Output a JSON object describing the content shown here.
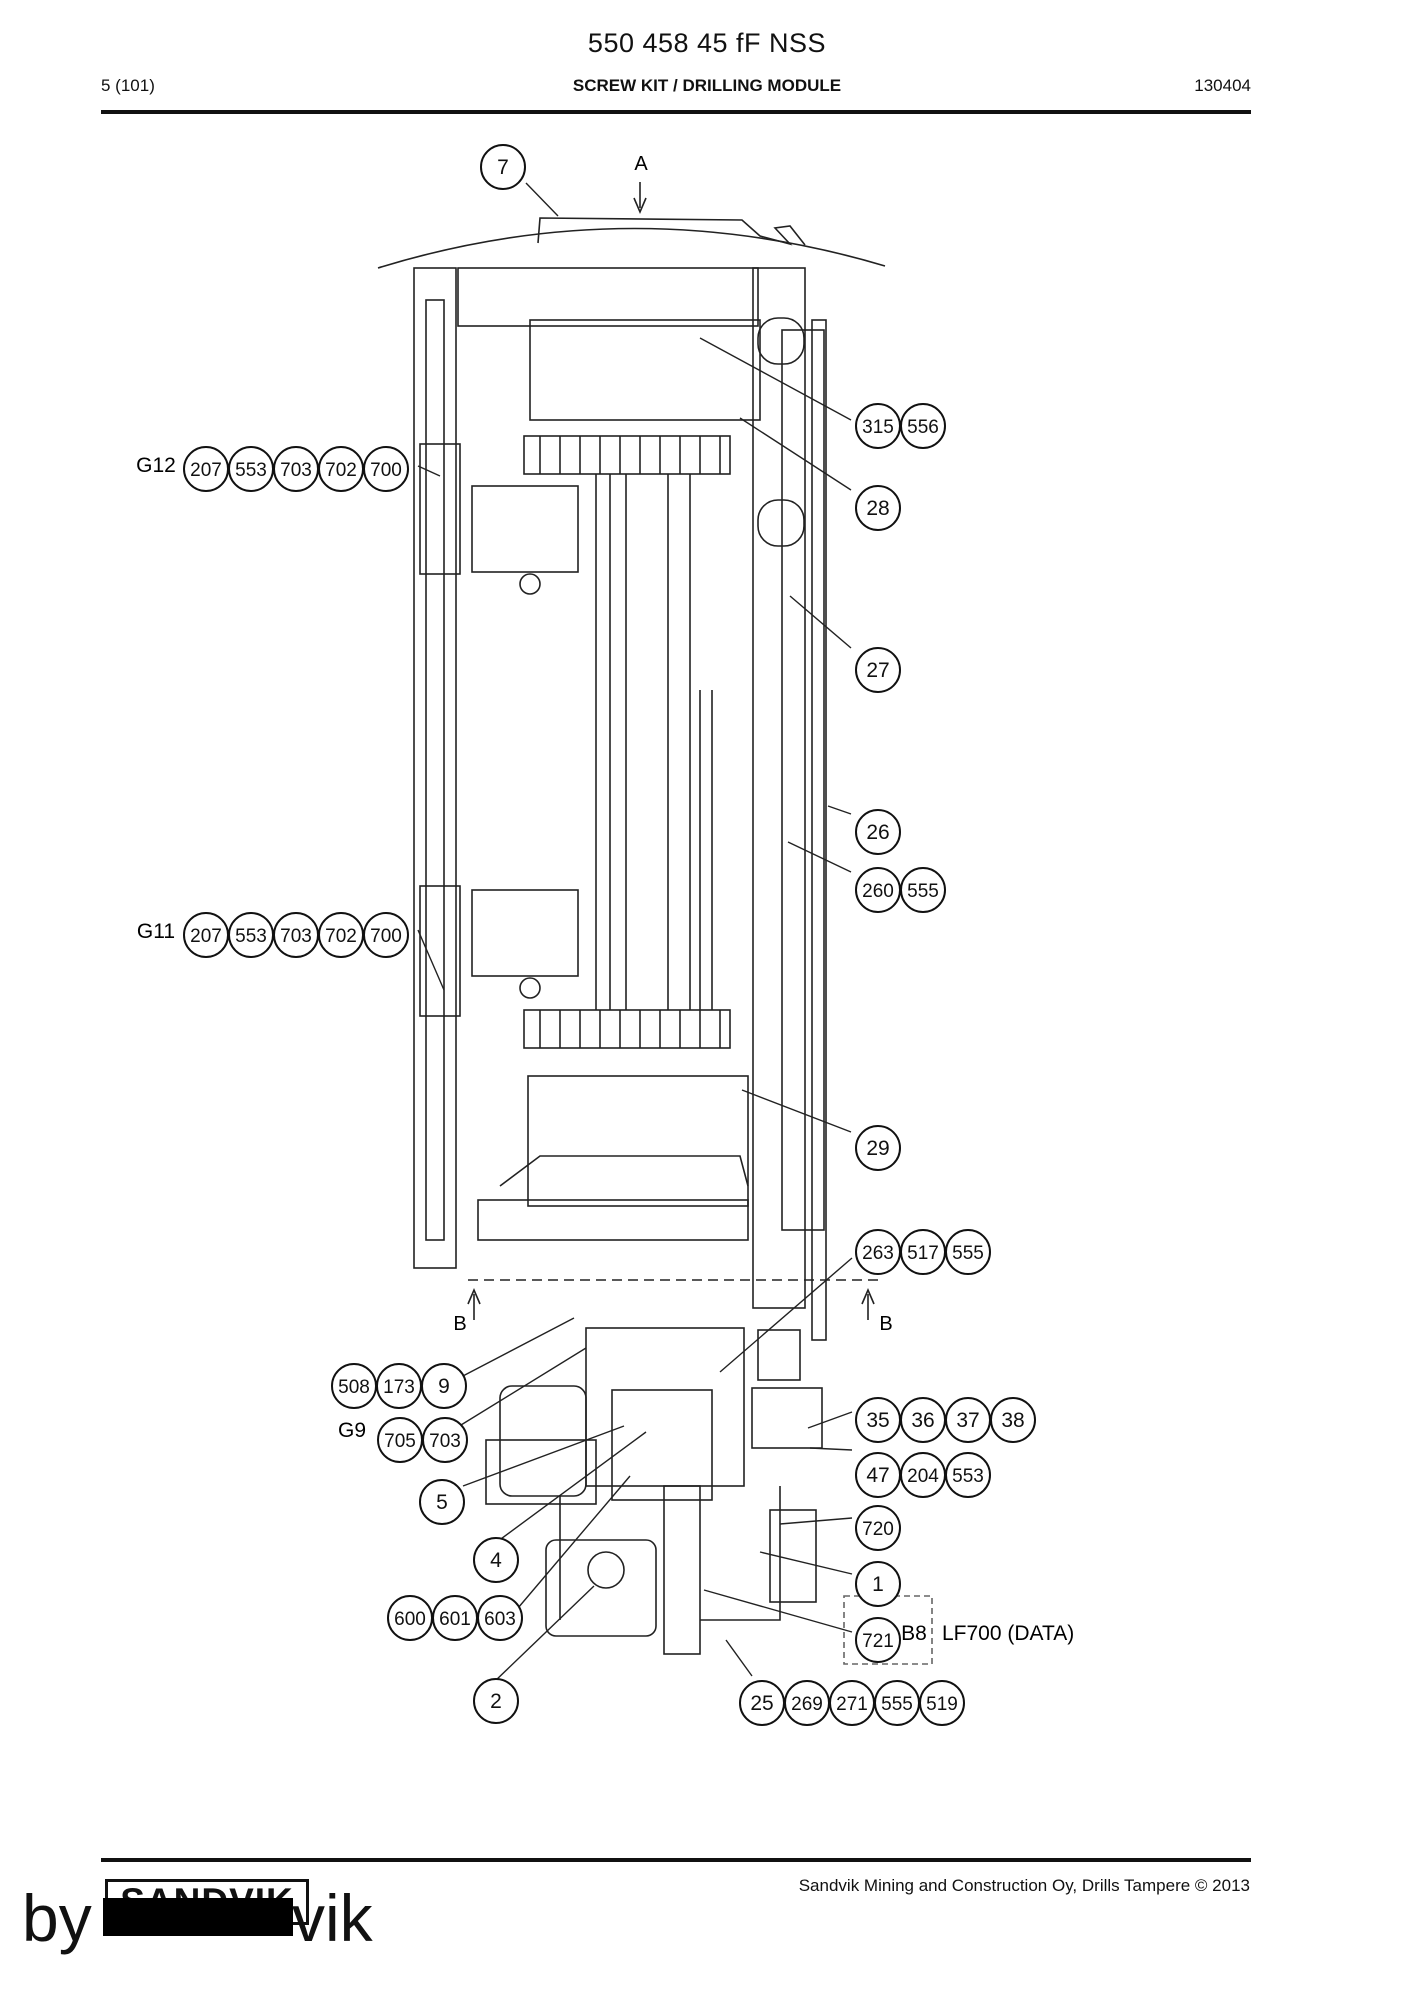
{
  "header": {
    "document_title": "550 458 45 fF NSS",
    "page_label": "5 (101)",
    "section_title": "SCREW KIT / DRILLING MODULE",
    "doc_code": "130404"
  },
  "view_labels": {
    "top_arrow": "A",
    "left_section": "B",
    "right_section": "B"
  },
  "group_labels": {
    "g12": "G12",
    "g11": "G11",
    "g9": "G9",
    "b8": "B8",
    "sensor": "LF700 (DATA)"
  },
  "callouts": {
    "c7": [
      "7"
    ],
    "c315": [
      "315",
      "556"
    ],
    "c28": [
      "28"
    ],
    "c27": [
      "27"
    ],
    "c26": [
      "26"
    ],
    "c260": [
      "260",
      "555"
    ],
    "c29": [
      "29"
    ],
    "c263": [
      "263",
      "517",
      "555"
    ],
    "c35": [
      "35",
      "36",
      "37",
      "38"
    ],
    "c47": [
      "47",
      "204",
      "553"
    ],
    "c720": [
      "720"
    ],
    "c1": [
      "1"
    ],
    "c721": [
      "721"
    ],
    "c25": [
      "25",
      "269",
      "271",
      "555",
      "519"
    ],
    "c2": [
      "2"
    ],
    "c600": [
      "600",
      "601",
      "603"
    ],
    "c4": [
      "4"
    ],
    "c5": [
      "5"
    ],
    "c705": [
      "705",
      "703"
    ],
    "c508": [
      "508",
      "173",
      "9"
    ],
    "g12": [
      "207",
      "553",
      "703",
      "702",
      "700"
    ],
    "g11": [
      "207",
      "553",
      "703",
      "702",
      "700"
    ]
  },
  "footer": {
    "company": "Sandvik Mining and Construction Oy, Drills Tampere © 2013",
    "logo": "SANDVIK",
    "watermark_prefix": "by",
    "watermark_suffix": "vik"
  }
}
